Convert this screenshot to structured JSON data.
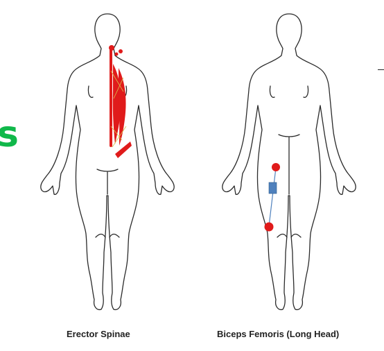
{
  "captions": {
    "left": "Erector Spinae",
    "right": "Biceps Femoris (Long Head)"
  },
  "decor": {
    "green_glyph": "s"
  },
  "colors": {
    "muscle_red": "#e01b1b",
    "marker_blue": "#4f81bd",
    "accent_green": "#10b84a",
    "outline": "#2a2a2a"
  }
}
